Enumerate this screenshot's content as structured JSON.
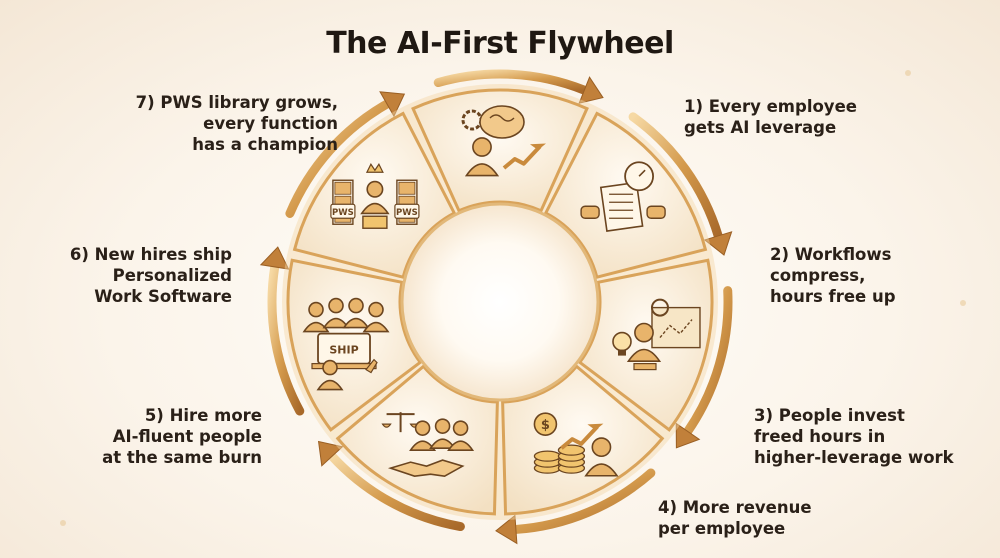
{
  "title": "The AI-First Flywheel",
  "colors": {
    "gold": "#c98a3c",
    "gold_light": "#f3d7a8",
    "panel": "#fbf1e0",
    "ink": "#2a2018"
  },
  "steps": [
    {
      "lines": [
        "1) Every employee",
        "gets AI leverage"
      ],
      "icons": [
        "gear-icon",
        "brain-icon",
        "person-icon",
        "trend-up-icon"
      ]
    },
    {
      "lines": [
        "2) Workflows",
        "compress,",
        "hours free up"
      ],
      "icons": [
        "stopwatch-icon",
        "documents-icon",
        "hands-icon",
        "sparkle-icon"
      ]
    },
    {
      "lines": [
        "3) People invest",
        "freed hours in",
        "higher-leverage work"
      ],
      "icons": [
        "lightbulb-icon",
        "person-with-magnifier-icon",
        "blueprint-icon"
      ]
    },
    {
      "lines": [
        "4) More revenue",
        "per employee"
      ],
      "icons": [
        "coin-stack-icon",
        "dollar-coin-icon",
        "trend-up-icon",
        "person-icon"
      ]
    },
    {
      "lines": [
        "5) Hire more",
        "AI-fluent people",
        "at the same burn"
      ],
      "icons": [
        "scale-icon",
        "people-group-icon",
        "handshake-icon"
      ]
    },
    {
      "lines": [
        "6) New hires ship",
        "Personalized",
        "Work Software"
      ],
      "icons": [
        "people-group-icon",
        "laptop-icon",
        "pointer-hand-icon"
      ],
      "screen_text": "SHIP"
    },
    {
      "lines": [
        "7) PWS library grows,",
        "every function",
        "has a champion"
      ],
      "icons": [
        "bookshelf-icon",
        "champion-podium-icon",
        "crown-icon"
      ],
      "badge_text": [
        "PWS",
        "PWS"
      ]
    }
  ]
}
